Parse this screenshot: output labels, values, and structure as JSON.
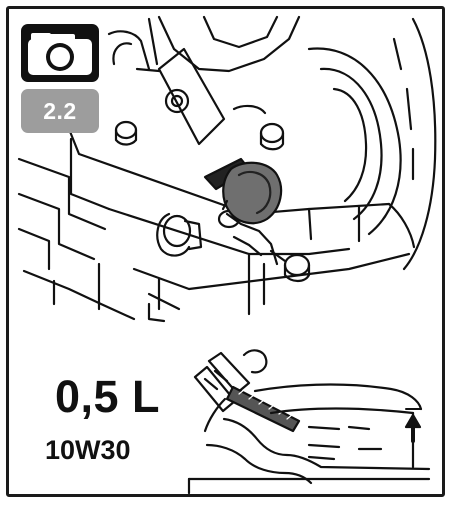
{
  "badges": {
    "camera_icon": "camera-icon",
    "step_number": "2.2",
    "step_badge_color": "#9d9d9d"
  },
  "oil_spec": {
    "volume": "0,5 L",
    "grade": "10W30"
  },
  "illustrations": {
    "top": "engine-oil-filler-cap",
    "bottom": "oil-level-dipstick"
  },
  "colors": {
    "ink": "#111111",
    "cap_fill": "#6f6f6f",
    "frame": "#1a1a1a"
  }
}
